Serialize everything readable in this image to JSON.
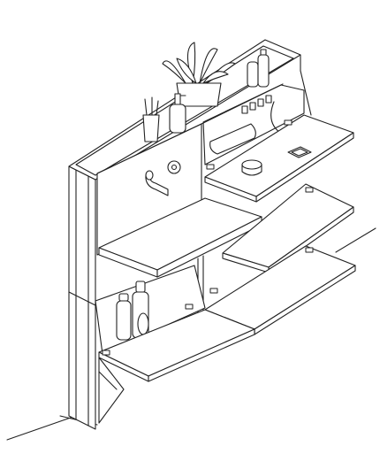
{
  "illustration": {
    "colors": {
      "background": "#ffffff",
      "line": "#222222",
      "fill": "#ffffff",
      "shade": "#f2f2f2"
    },
    "components": [
      "wall-line",
      "floor-line",
      "cabinet-left-side",
      "cabinet-top-shelf",
      "splash-panel",
      "mixer-tap",
      "washbasin-tray",
      "upper-right-open-flap",
      "middle-right-open-flap",
      "lower-right-open-flap",
      "lower-left-open-flap",
      "plant-pot",
      "toothbrush-cup",
      "soap-dispenser",
      "shelf-bottles",
      "jar-on-flap",
      "phone-on-flap",
      "lower-bottles",
      "hinges"
    ]
  }
}
